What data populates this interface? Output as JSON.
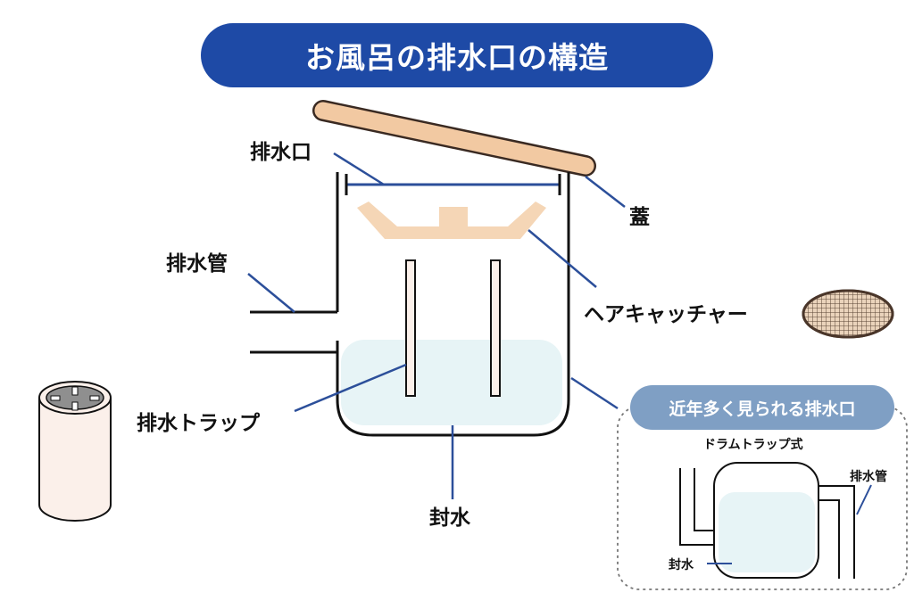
{
  "title": "お風呂の排水口の構造",
  "labels": {
    "drain_port": "排水口",
    "lid": "蓋",
    "drain_pipe": "排水管",
    "hair_catcher": "ヘアキャッチャー",
    "drain_trap": "排水トラップ",
    "water_seal": "封水"
  },
  "inset": {
    "heading": "近年多く見られる排水口",
    "trap_type": "ドラムトラップ式",
    "drain_pipe": "排水管",
    "water_seal": "封水"
  },
  "colors": {
    "title_bg": "#1e4aa6",
    "inset_pill_bg": "#7f9fc4",
    "leader_line": "#2c4f9a",
    "lid_fill": "#f2c9a2",
    "hair_catcher_fill": "#f5d6b6",
    "water_fill": "#e7f4f6",
    "trap_fill": "#fbf0ea"
  }
}
